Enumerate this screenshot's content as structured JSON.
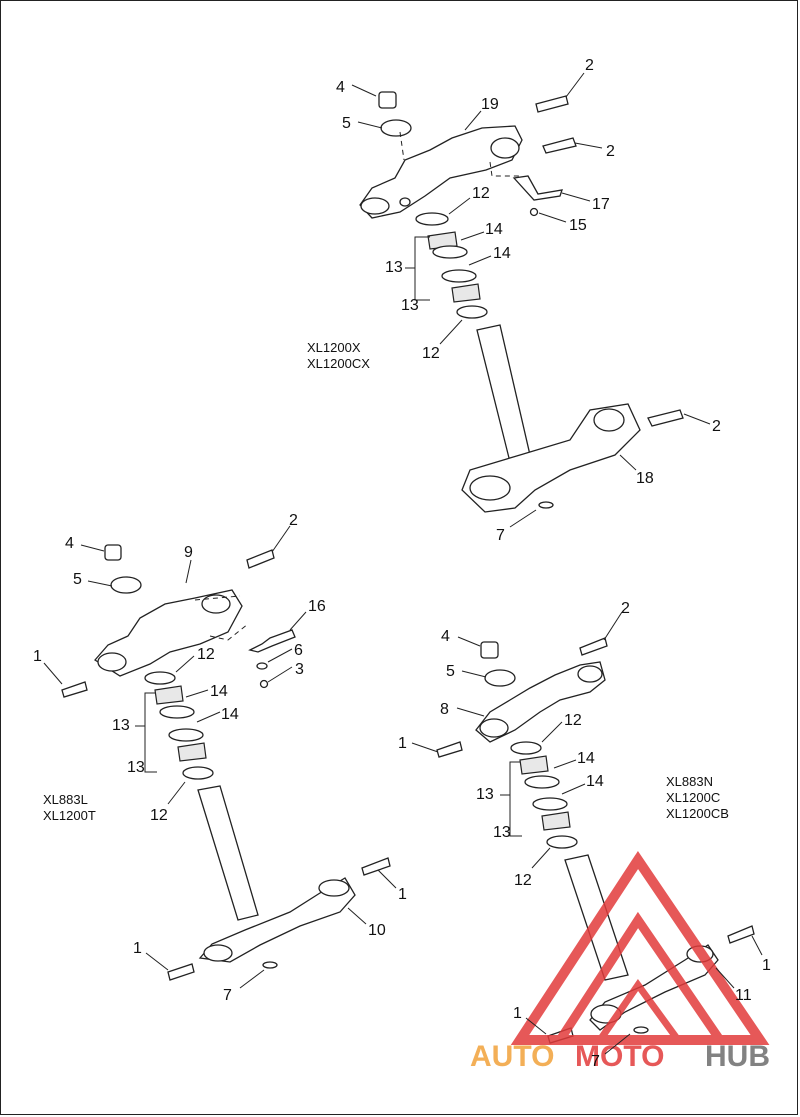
{
  "groups": [
    {
      "id": "a",
      "captions": [
        "XL1200X",
        "XL1200CX"
      ]
    },
    {
      "id": "b",
      "captions": [
        "XL883L",
        "XL1200T"
      ]
    },
    {
      "id": "c",
      "captions": [
        "XL883N",
        "XL1200C",
        "XL1200CB"
      ]
    }
  ],
  "callouts": {
    "a": [
      "2",
      "4",
      "5",
      "19",
      "2",
      "12",
      "17",
      "15",
      "14",
      "13",
      "14",
      "13",
      "12",
      "2",
      "18",
      "7"
    ],
    "b": [
      "2",
      "4",
      "9",
      "5",
      "16",
      "1",
      "12",
      "6",
      "3",
      "14",
      "13",
      "14",
      "13",
      "12",
      "1",
      "10",
      "1",
      "7"
    ],
    "c": [
      "2",
      "4",
      "5",
      "8",
      "12",
      "1",
      "14",
      "13",
      "14",
      "13",
      "12",
      "1",
      "11",
      "1",
      "7"
    ]
  },
  "watermark": {
    "auto": "AUTO",
    "moto": "MOTO",
    "hub": "HUB",
    "color_red": "#e23b3b",
    "color_orange": "#f2a23a",
    "color_gray": "#6d6d6d"
  }
}
